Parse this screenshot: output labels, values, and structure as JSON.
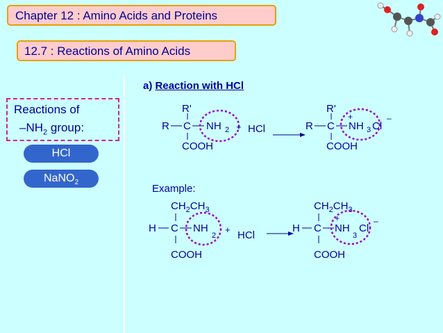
{
  "header": {
    "chapter_title": "Chapter 12 : Amino Acids and Proteins",
    "section_title": "12.7 : Reactions of Amino Acids"
  },
  "sidebar": {
    "heading_line1": "Reactions of",
    "heading_line2_prefix": "–NH",
    "heading_line2_sub": "2",
    "heading_line2_suffix": " group:",
    "buttons": [
      {
        "label": "HCl"
      },
      {
        "label_main": "NaNO",
        "label_sub": "2"
      }
    ]
  },
  "main": {
    "section_a_prefix": "a)",
    "section_a_title": "Reaction with HCl",
    "example_label": "Example:",
    "reaction1": {
      "reactant": {
        "top": "R'",
        "left": "R",
        "center": "C",
        "right": "NH",
        "right_sub": "2",
        "bottom": "COOH"
      },
      "plus": "+",
      "reagent": "HCl",
      "product": {
        "top": "R'",
        "left": "R",
        "center": "C",
        "right": "NH",
        "right_sub": "3",
        "right_tail": "Cl",
        "plus_charge": "+",
        "minus_charge": "–",
        "bottom": "COOH"
      }
    },
    "reaction2": {
      "reactant": {
        "top": "CH",
        "top_sub1": "2",
        "top_mid": "CH",
        "top_sub2": "3",
        "left": "H",
        "center": "C",
        "right": "NH",
        "right_sub": "2",
        "bottom": "COOH"
      },
      "plus": "+",
      "reagent": "HCl",
      "product": {
        "top": "CH",
        "top_sub1": "2",
        "top_mid": "CH",
        "top_sub2": "3",
        "left": "H",
        "center": "C",
        "right": "NH",
        "right_sub": "3",
        "right_tail": "Cl",
        "plus_charge": "+",
        "minus_charge": "–",
        "bottom": "COOH"
      }
    }
  },
  "colors": {
    "background": "#ccffff",
    "title_bar": "#ffcccc",
    "title_border": "#e8a000",
    "text": "#000099",
    "highlight_circle": "#9900cc",
    "sidebar_border": "#d6208c",
    "button": "#3366cc"
  }
}
